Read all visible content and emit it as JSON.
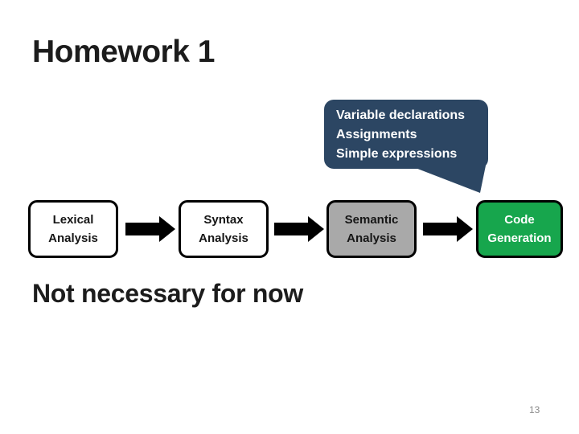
{
  "slide": {
    "title": "Homework 1",
    "note": "Not necessary for now",
    "page_number": "13",
    "background_color": "#FFFFFF"
  },
  "callout": {
    "lines": [
      "Variable declarations",
      "Assignments",
      "Simple expressions"
    ],
    "bg_color": "#2C4663",
    "text_color": "#FFFFFF"
  },
  "pipeline": {
    "arrow_color": "#000000",
    "stages": [
      {
        "name": "lexical-analysis",
        "lines": [
          "Lexical",
          "Analysis"
        ],
        "fill": "#FFFFFF",
        "text_color": "#161616",
        "border_color": "#000000"
      },
      {
        "name": "syntax-analysis",
        "lines": [
          "Syntax",
          "Analysis"
        ],
        "fill": "#FFFFFF",
        "text_color": "#161616",
        "border_color": "#000000"
      },
      {
        "name": "semantic-analysis",
        "lines": [
          "Semantic",
          "Analysis"
        ],
        "fill": "#A9A9A9",
        "text_color": "#161616",
        "border_color": "#000000"
      },
      {
        "name": "code-generation",
        "lines": [
          "Code",
          "Generation"
        ],
        "fill": "#17A64D",
        "text_color": "#FFFFFF",
        "border_color": "#000000"
      }
    ]
  }
}
